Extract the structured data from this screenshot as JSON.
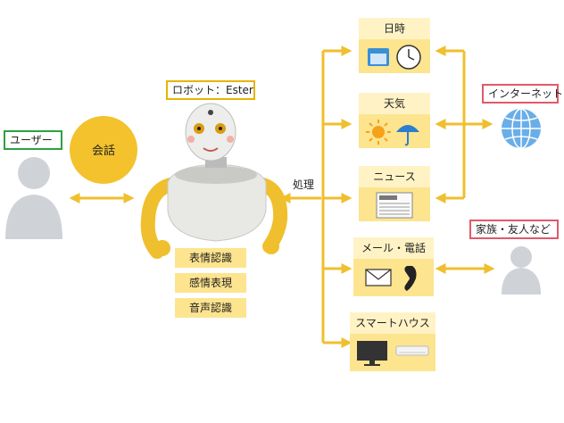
{
  "user": {
    "label": "ユーザー",
    "border_color": "#2ea043"
  },
  "conversation": {
    "label": "会話"
  },
  "robot": {
    "label": "ロボット：Ester",
    "border_color": "#e6b400"
  },
  "skills": [
    "表情認識",
    "感情表現",
    "音声認識"
  ],
  "process": {
    "label": "処理"
  },
  "services": [
    {
      "label": "日時",
      "icons": [
        "calendar-icon",
        "clock-icon"
      ]
    },
    {
      "label": "天気",
      "icons": [
        "sun-icon",
        "umbrella-icon"
      ]
    },
    {
      "label": "ニュース",
      "icons": [
        "newspaper-icon"
      ]
    },
    {
      "label": "メール・電話",
      "icons": [
        "mail-icon",
        "phone-icon"
      ]
    },
    {
      "label": "スマートハウス",
      "icons": [
        "tv-icon",
        "air-conditioner-icon"
      ]
    }
  ],
  "internet": {
    "label": "インターネット",
    "border_color": "#e05a6a"
  },
  "family": {
    "label": "家族・友人など",
    "border_color": "#e05a6a"
  },
  "colors": {
    "accent": "#f0bf2e",
    "panel": "#fde48f",
    "panel_title": "#fff3c5",
    "person": "#cfd3d8",
    "globe": "#6aaee8"
  }
}
